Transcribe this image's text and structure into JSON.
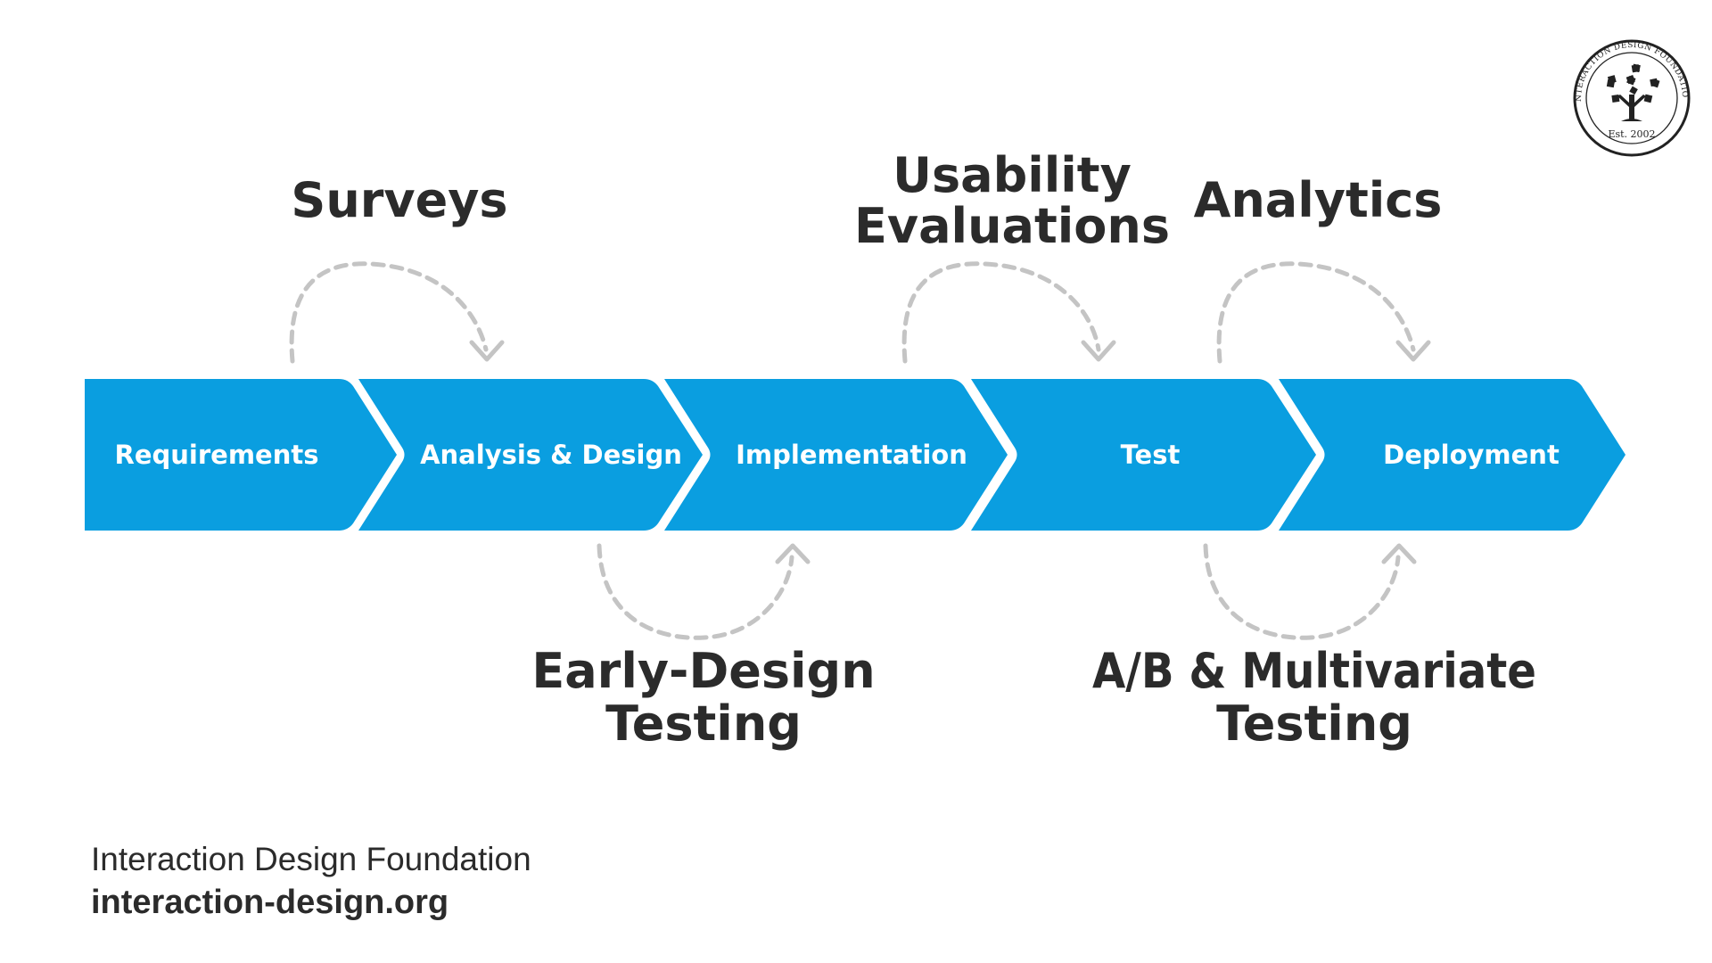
{
  "colors": {
    "chevron_fill": "#0a9ee0",
    "stage_text": "#ffffff",
    "method_text": "#2b2b2b",
    "loop_arrow": "#c4c4c4",
    "background": "#ffffff"
  },
  "stages": [
    {
      "label": "Requirements"
    },
    {
      "label": "Analysis & Design"
    },
    {
      "label": "Implementation"
    },
    {
      "label": "Test"
    },
    {
      "label": "Deployment"
    }
  ],
  "methods": {
    "surveys": {
      "lines": [
        "Surveys"
      ]
    },
    "usability": {
      "lines": [
        "Usability",
        "Evaluations"
      ]
    },
    "analytics": {
      "lines": [
        "Analytics"
      ]
    },
    "early_design": {
      "lines": [
        "Early-Design",
        "Testing"
      ]
    },
    "ab_testing": {
      "lines": [
        "A/B & Multivariate",
        "Testing"
      ]
    }
  },
  "footer": {
    "organization": "Interaction Design Foundation",
    "url": "interaction-design.org"
  },
  "logo": {
    "ring_text": "INTERACTION DESIGN FOUNDATION",
    "established": "Est. 2002",
    "icon": "tree-icon"
  }
}
